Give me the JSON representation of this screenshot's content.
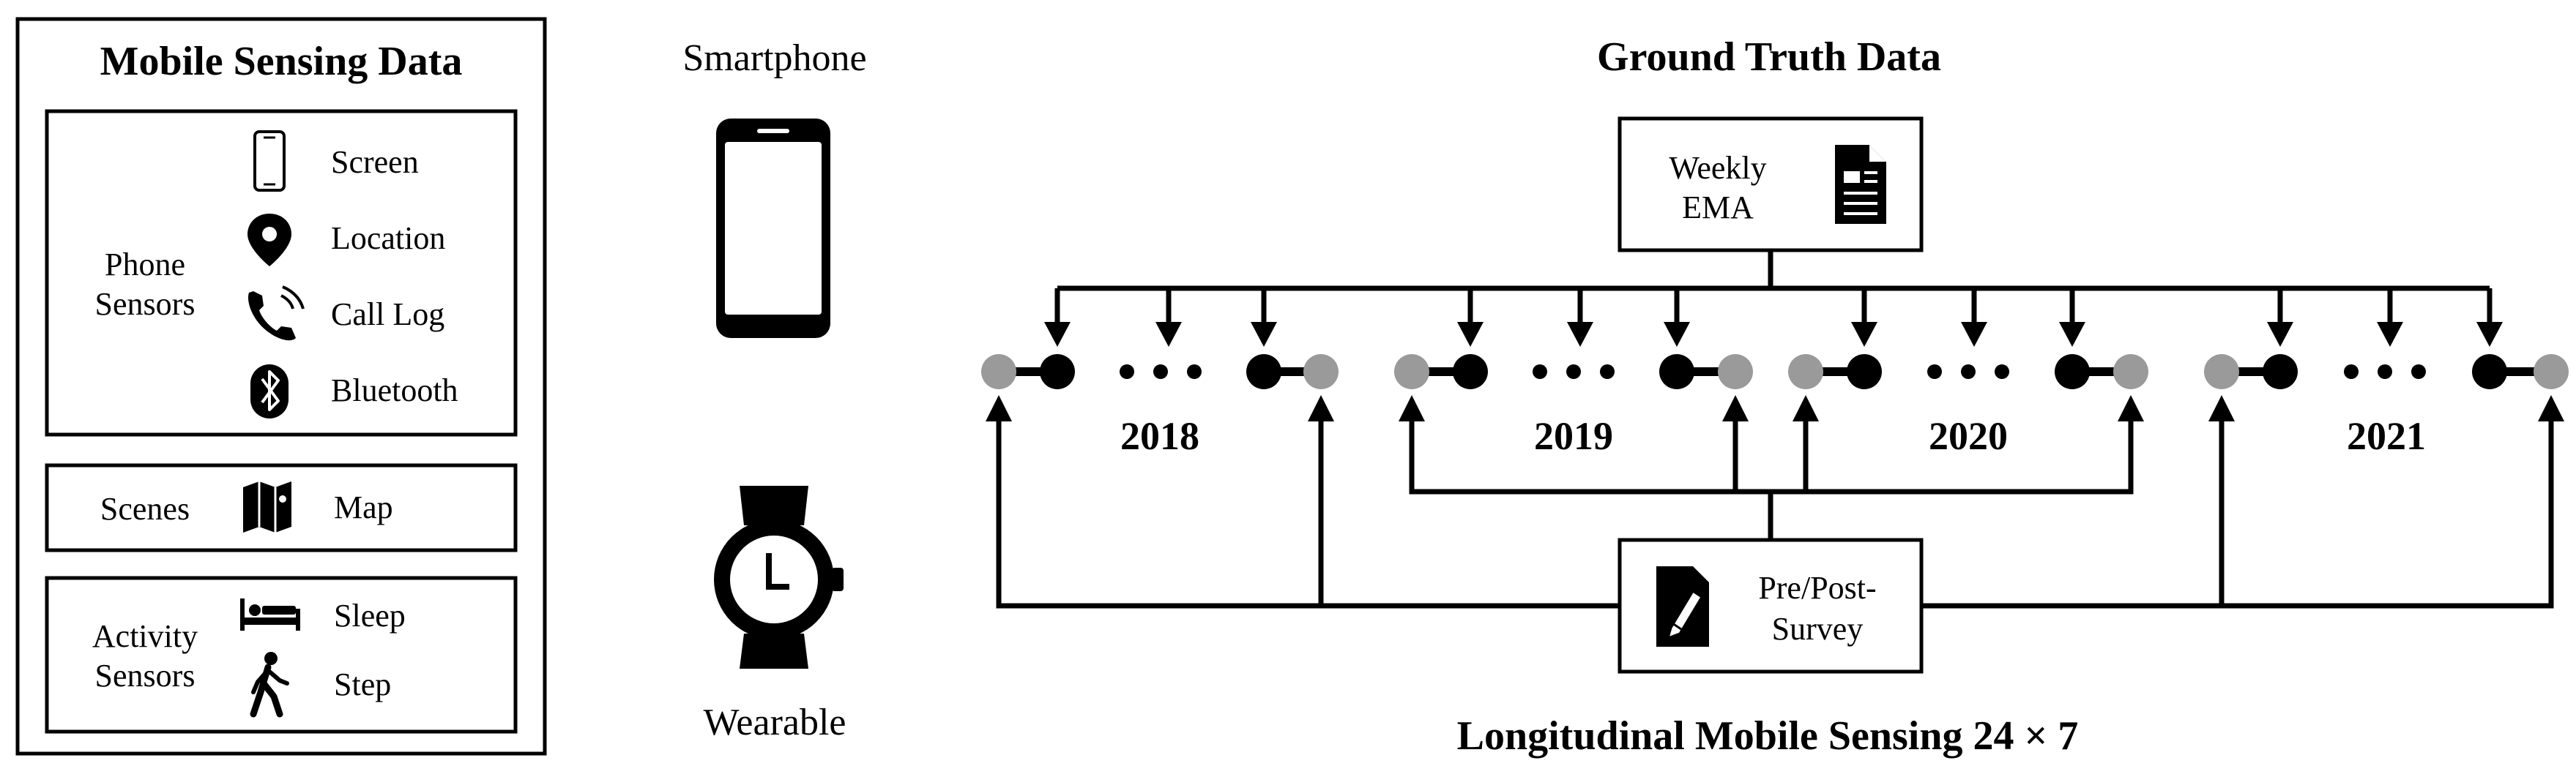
{
  "left_panel": {
    "title": "Mobile Sensing Data",
    "phone_group": {
      "label_line1": "Phone",
      "label_line2": "Sensors",
      "items": [
        {
          "icon": "smartphone-icon",
          "label": "Screen"
        },
        {
          "icon": "location-pin-icon",
          "label": "Location"
        },
        {
          "icon": "phone-call-icon",
          "label": "Call Log"
        },
        {
          "icon": "bluetooth-icon",
          "label": "Bluetooth"
        }
      ]
    },
    "scenes_group": {
      "label": "Scenes",
      "items": [
        {
          "icon": "map-icon",
          "label": "Map"
        }
      ]
    },
    "activity_group": {
      "label_line1": "Activity",
      "label_line2": "Sensors",
      "items": [
        {
          "icon": "bed-icon",
          "label": "Sleep"
        },
        {
          "icon": "walking-icon",
          "label": "Step"
        }
      ]
    }
  },
  "devices": {
    "smartphone_label": "Smartphone",
    "wearable_label": "Wearable"
  },
  "ground_truth": {
    "title": "Ground Truth Data",
    "ema_line1": "Weekly",
    "ema_line2": "EMA",
    "survey_line1": "Pre/Post-",
    "survey_line2": "Survey"
  },
  "timeline": {
    "years": [
      "2018",
      "2019",
      "2020",
      "2021"
    ],
    "ellipsis": "• • •",
    "bottom_title": "Longitudinal Mobile Sensing 24 × 7"
  },
  "colors": {
    "line": "#000000",
    "endpoint_dot": "#9a9a9a",
    "ema_dot": "#000000"
  }
}
